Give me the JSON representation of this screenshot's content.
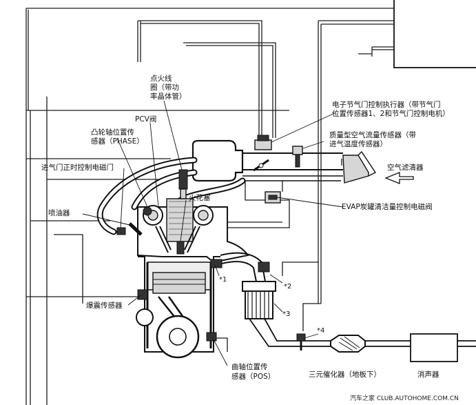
{
  "labels": {
    "ignition_coil": [
      "点火线",
      "圈（带功",
      "率晶体管）"
    ],
    "pcv_valve": "PCV阀",
    "cam_sensor": [
      "凸轮轴位置传",
      "感器（PHASE）"
    ],
    "intake_timing_solenoid": "进气门正时控制电磁门",
    "spark_plug": "火花塞",
    "injector": "喷油器",
    "knock_sensor": "爆震传感器",
    "crank_sensor": [
      "曲轴位置传",
      "感器（POS）"
    ],
    "throttle_actuator": [
      "电子节气门控制执行器（带节气门",
      "位置传感器1、2和节气门控制电机）"
    ],
    "maf_sensor": [
      "质量型空气流量传感器（带",
      "进气温度传感器）"
    ],
    "air_cleaner": "空气滤清器",
    "evap_solenoid": "EVAP炭罐清洁量控制电磁阀",
    "catalyst": "三元催化器（地板下）",
    "muffler": "消声器",
    "marker_1": "*1",
    "marker_2": "*2",
    "marker_3": "*3",
    "marker_4": "*4"
  },
  "watermark": "汽车之家 CLUB.AUTOHOME.COM.CN"
}
